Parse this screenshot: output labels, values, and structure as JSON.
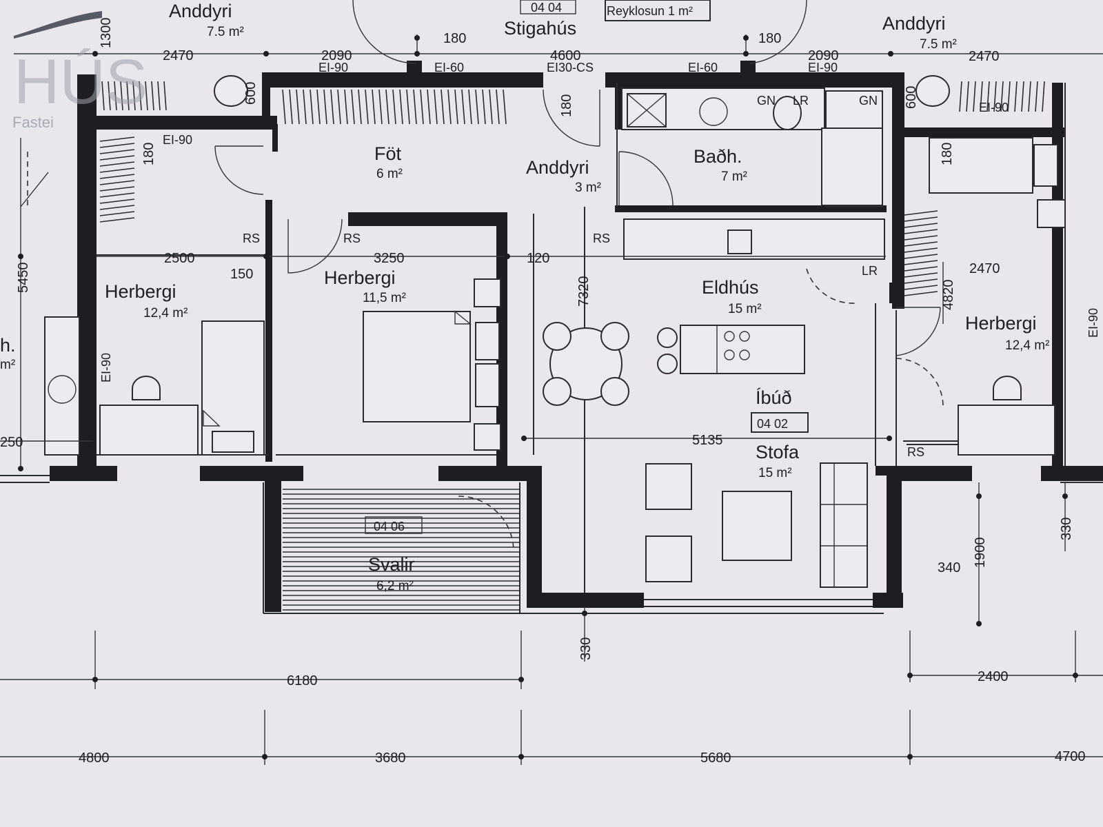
{
  "logo": {
    "text": "HÚS",
    "sub": "Fastei"
  },
  "rooms": [
    {
      "name": "Anddyri",
      "area": "7.5 m²"
    },
    {
      "name": "Stigahús",
      "number": "04 04"
    },
    {
      "name": "Reyklosun 1 m²"
    },
    {
      "name": "Anddyri",
      "area": "7.5 m²"
    },
    {
      "name": "Föt",
      "area": "6 m²"
    },
    {
      "name": "Anddyri",
      "area": "3 m²"
    },
    {
      "name": "Baðh.",
      "area": "7 m²"
    },
    {
      "name": "Herbergi",
      "area": "12,4 m²"
    },
    {
      "name": "Herbergi",
      "area": "11,5 m²"
    },
    {
      "name": "Eldhús",
      "area": "15 m²"
    },
    {
      "name": "Herbergi",
      "area": "12,4 m²"
    },
    {
      "name": "Íbúð",
      "number": "04 02"
    },
    {
      "name": "Stofa",
      "area": "15 m²"
    },
    {
      "name": "Svalir",
      "area": "6,2 m²",
      "number": "04 06"
    },
    {
      "name": "h.",
      "area": "m²"
    }
  ],
  "tags": [
    "EI-90",
    "EI-60",
    "EI30-CS",
    "EI-60",
    "EI-90",
    "EI-90",
    "EI-90",
    "EI-90",
    "EI-90",
    "RS",
    "RS",
    "RS",
    "RS",
    "LR",
    "LR",
    "GN",
    "GN"
  ],
  "dims": {
    "top": [
      "2470",
      "2090",
      "4600",
      "2090",
      "2470",
      "180",
      "180",
      "1300"
    ],
    "inner": [
      "2500",
      "3250",
      "150",
      "120",
      "180",
      "180",
      "600",
      "600",
      "7320",
      "5135",
      "2470",
      "4820",
      "5450",
      "180",
      "250"
    ],
    "right": [
      "330",
      "1900",
      "340"
    ],
    "bottom": [
      "330",
      "6180",
      "2400"
    ],
    "bottom2": [
      "4800",
      "3680",
      "5680",
      "4700"
    ]
  }
}
